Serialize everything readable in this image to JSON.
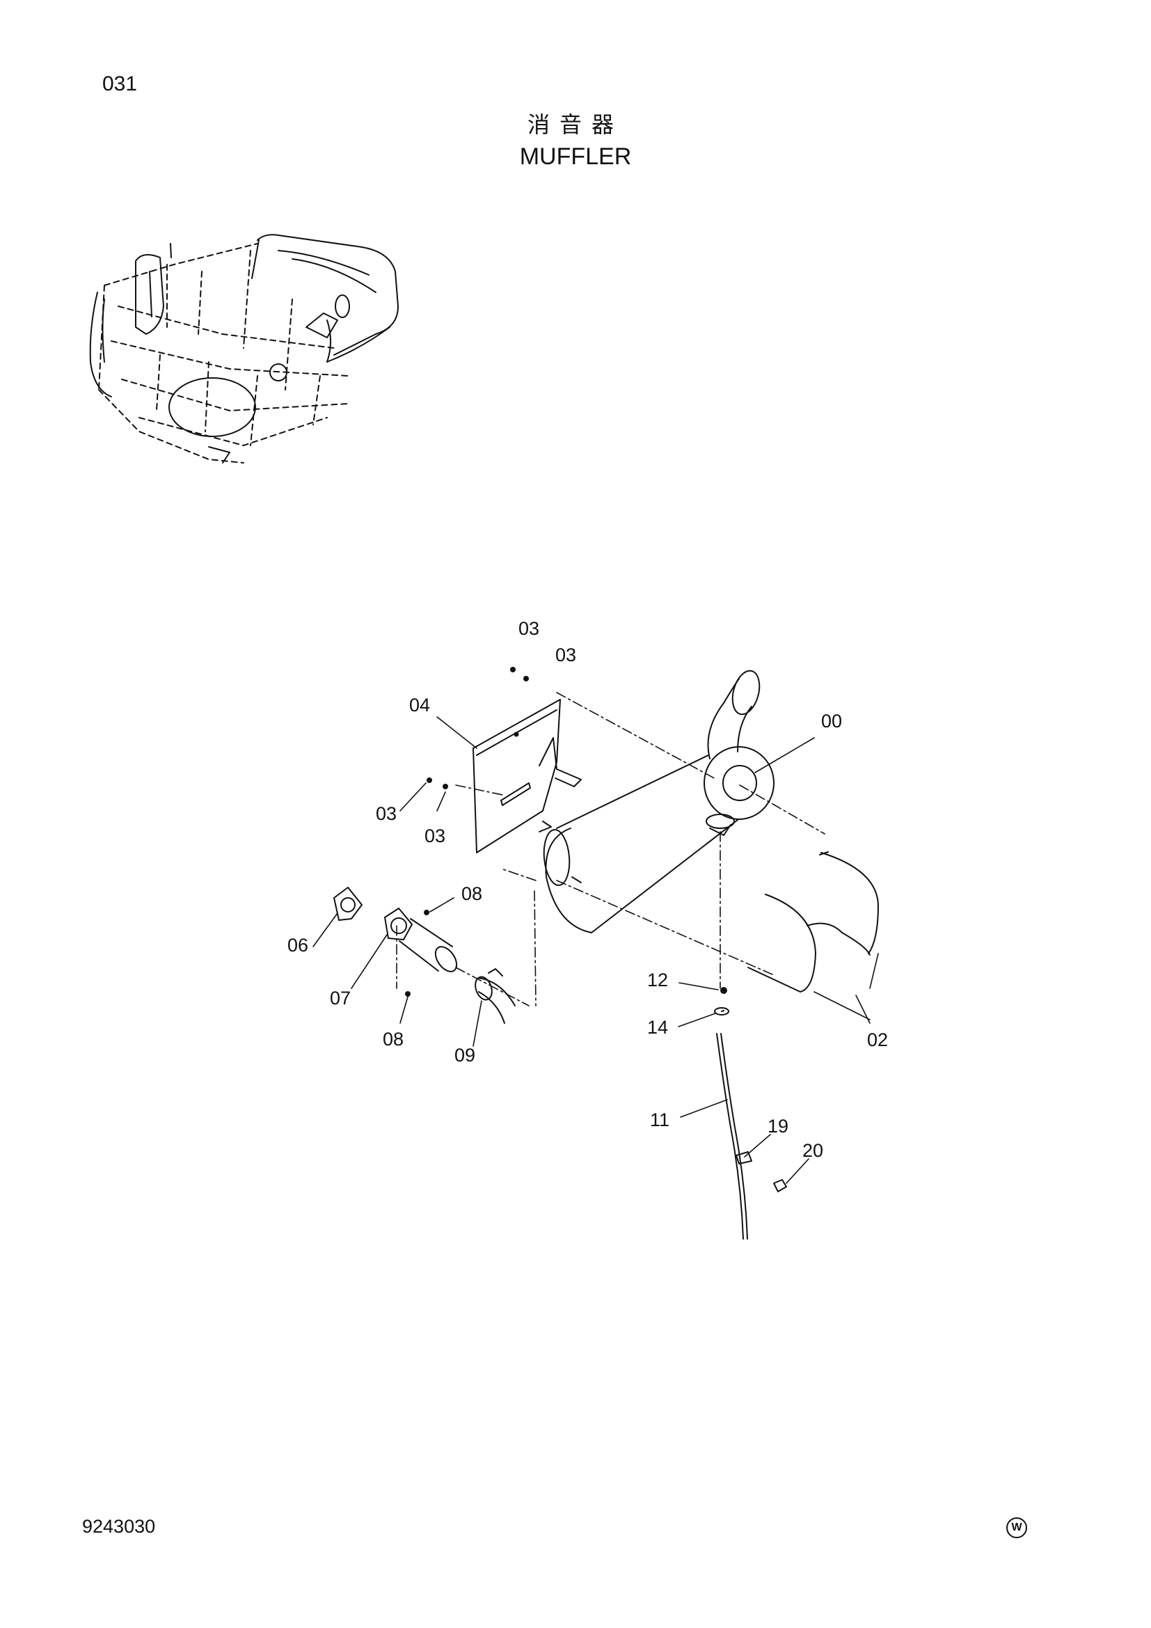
{
  "header": {
    "page_number": "031",
    "title_cn": "消音器",
    "title_en": "MUFFLER"
  },
  "callouts": {
    "c03_a": "03",
    "c03_b": "03",
    "c03_c": "03",
    "c03_d": "03",
    "c04": "04",
    "c00": "00",
    "c08_a": "08",
    "c06": "06",
    "c07": "07",
    "c08_b": "08",
    "c09": "09",
    "c12": "12",
    "c14": "14",
    "c02": "02",
    "c11": "11",
    "c19": "19",
    "c20": "20"
  },
  "footer": {
    "document_number": "9243030",
    "mark": "W"
  }
}
